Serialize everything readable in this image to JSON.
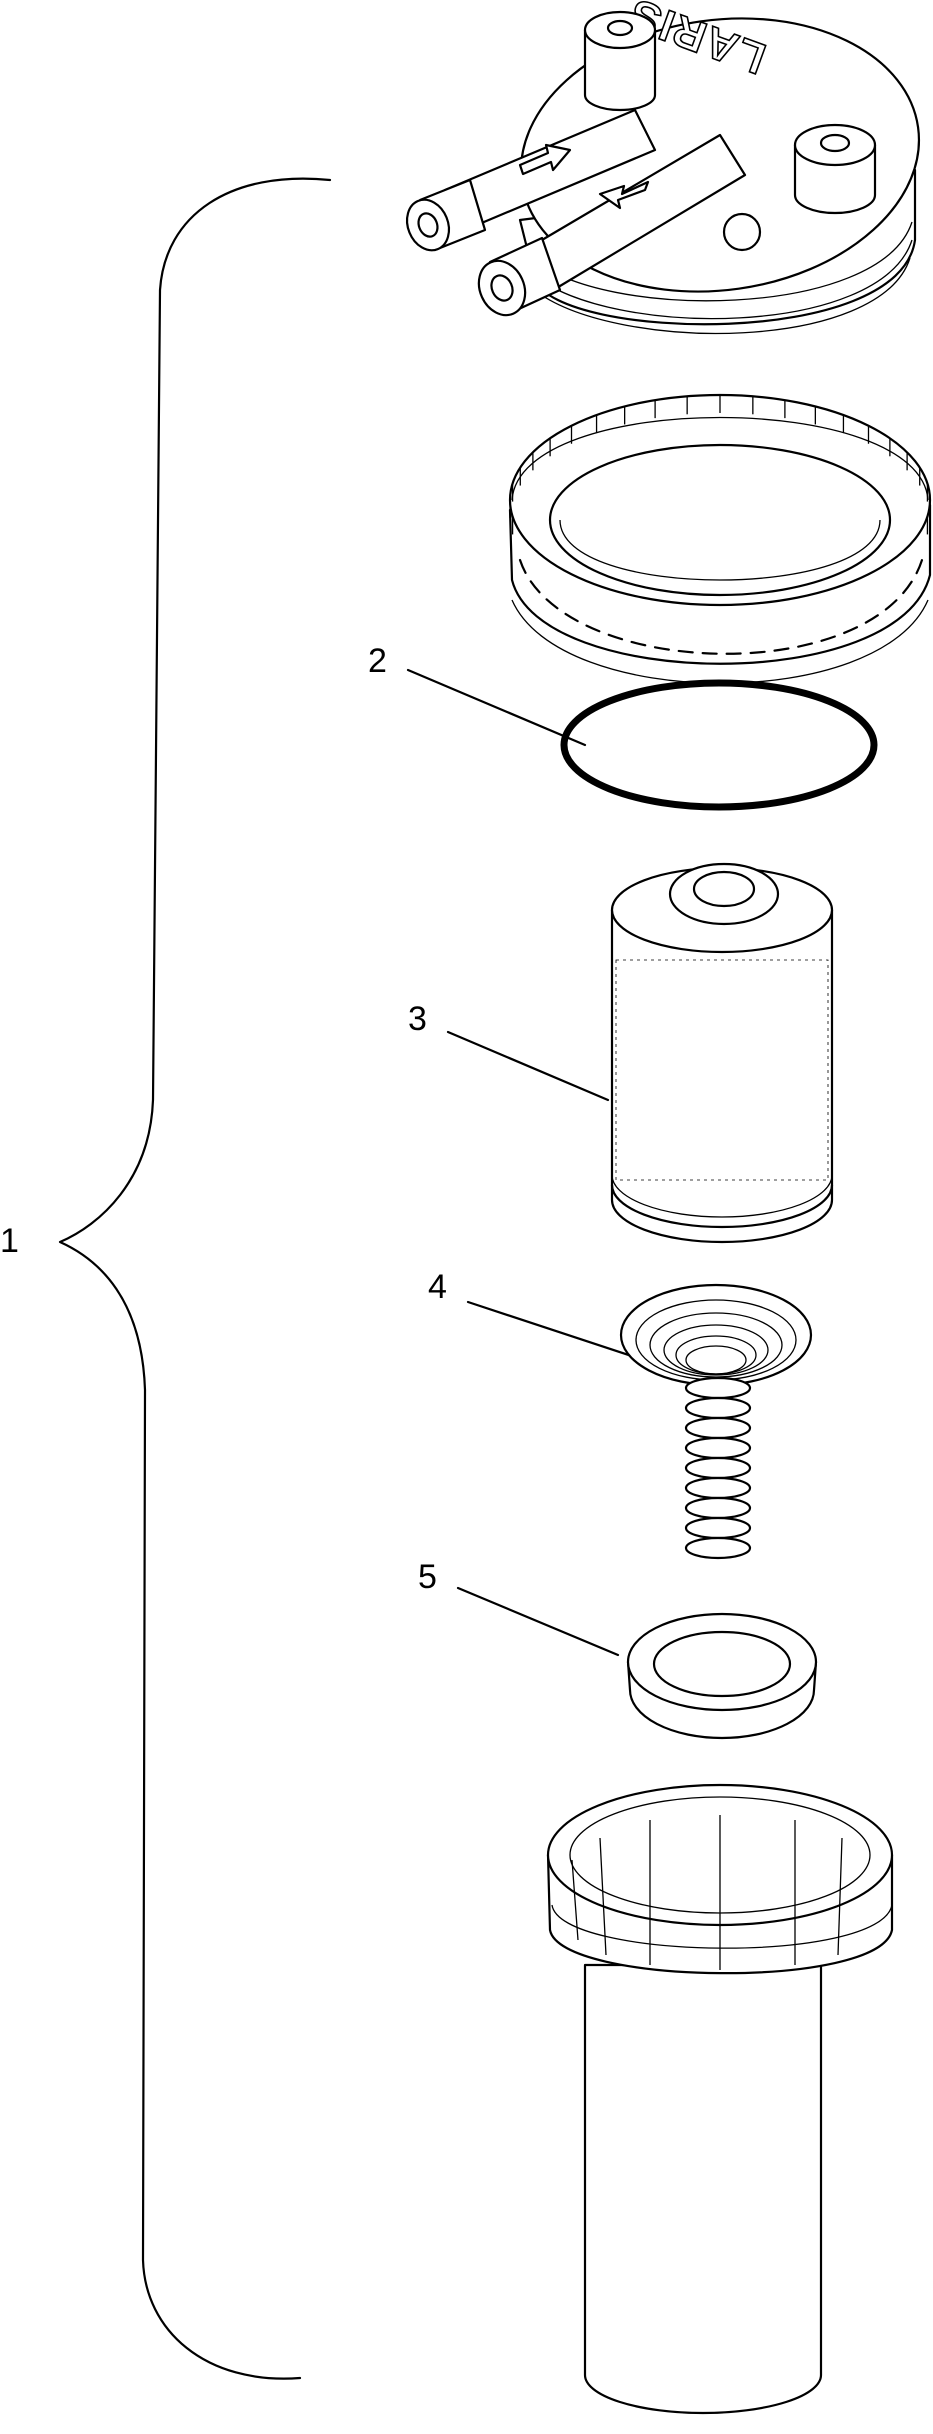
{
  "diagram": {
    "callouts": [
      {
        "id": "1",
        "label": "1",
        "part": "fuel-filter-assembly"
      },
      {
        "id": "2",
        "label": "2",
        "part": "o-ring"
      },
      {
        "id": "3",
        "label": "3",
        "part": "filter-element"
      },
      {
        "id": "4",
        "label": "4",
        "part": "spring"
      },
      {
        "id": "5",
        "label": "5",
        "part": "gasket"
      }
    ],
    "cap_logo": "LARIS"
  }
}
